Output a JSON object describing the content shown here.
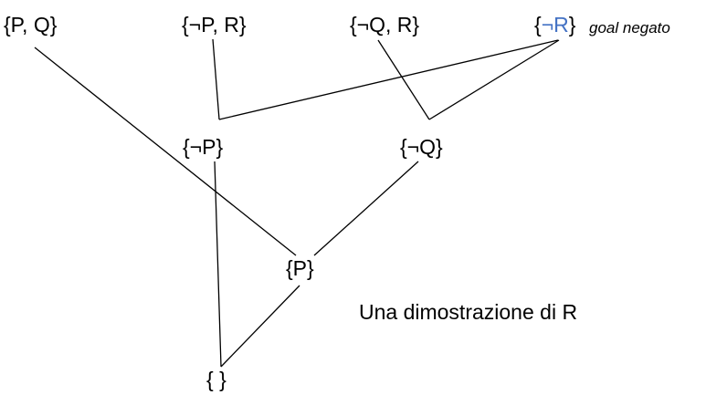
{
  "diagram": {
    "nodes": {
      "pq": "{P, Q}",
      "npr": "{¬P, R}",
      "nqr": "{¬Q, R}",
      "nr_open": "{",
      "nr_lit": "¬R",
      "nr_close": "}",
      "np": "{¬P}",
      "nq": "{¬Q}",
      "p": "{P}",
      "empty": "{ }"
    },
    "goal_note": "goal negato",
    "caption": "Una dimostrazione di R"
  },
  "colors": {
    "negated_goal": "#4472c4",
    "line": "#000000"
  }
}
